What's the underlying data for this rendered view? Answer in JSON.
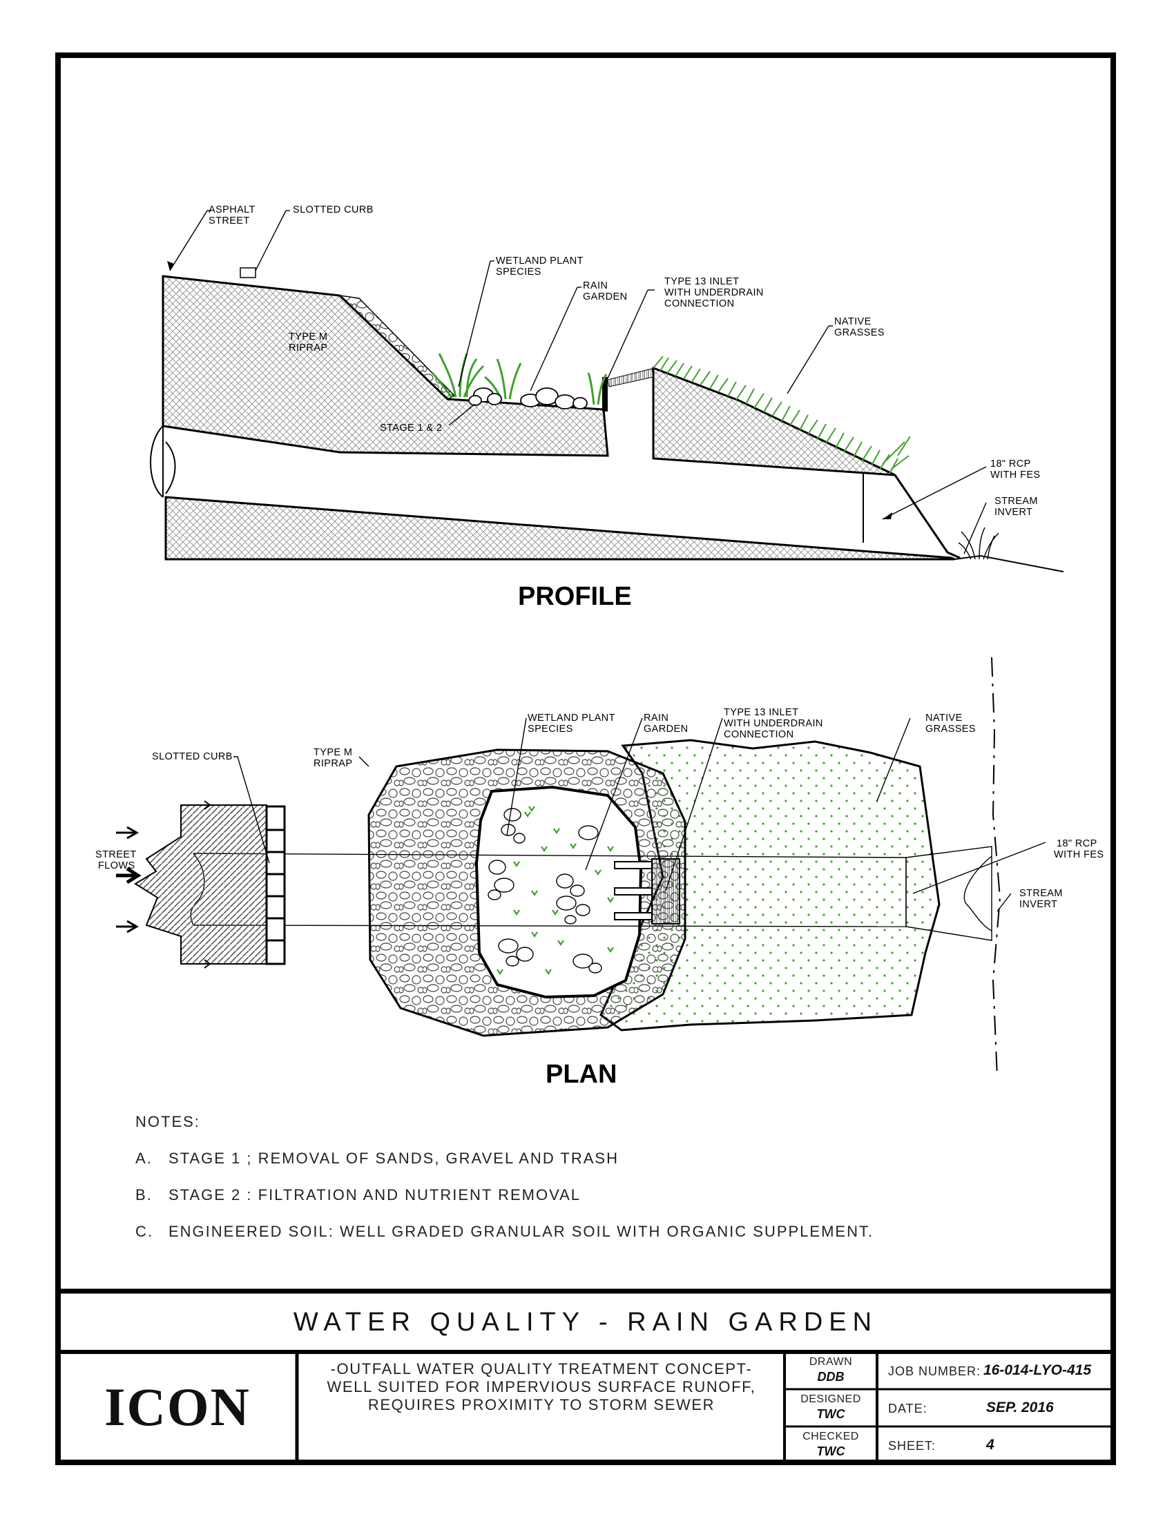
{
  "profile": {
    "title": "PROFILE",
    "labels": {
      "asphalt_street": [
        "ASPHALT",
        "STREET"
      ],
      "slotted_curb": "SLOTTED CURB",
      "wetland_plant_species": [
        "WETLAND PLANT",
        "SPECIES"
      ],
      "rain_garden": [
        "RAIN",
        "GARDEN"
      ],
      "type13_inlet": [
        "TYPE 13 INLET",
        "WITH UNDERDRAIN",
        "CONNECTION"
      ],
      "native_grasses": [
        "NATIVE",
        "GRASSES"
      ],
      "type_m_riprap": [
        "TYPE M",
        "RIPRAP"
      ],
      "stage_1_2": "STAGE 1 & 2",
      "rcp_fes": [
        "18\" RCP",
        "WITH FES"
      ],
      "stream_invert": [
        "STREAM",
        "INVERT"
      ]
    }
  },
  "plan": {
    "title": "PLAN",
    "labels": {
      "slotted_curb": "SLOTTED CURB",
      "street_flows": [
        "STREET",
        "FLOWS"
      ],
      "type_m_riprap": [
        "TYPE M",
        "RIPRAP"
      ],
      "wetland_plant_species": [
        "WETLAND PLANT",
        "SPECIES"
      ],
      "rain_garden": [
        "RAIN",
        "GARDEN"
      ],
      "type13_inlet": [
        "TYPE 13 INLET",
        "WITH UNDERDRAIN",
        "CONNECTION"
      ],
      "native_grasses": [
        "NATIVE",
        "GRASSES"
      ],
      "rcp_fes": [
        "18\" RCP",
        "WITH FES"
      ],
      "stream_invert": [
        "STREAM",
        "INVERT"
      ]
    }
  },
  "notes": {
    "heading": "NOTES:",
    "items": [
      {
        "letter": "A.",
        "text": "STAGE 1 ; REMOVAL OF SANDS, GRAVEL AND TRASH"
      },
      {
        "letter": "B.",
        "text": "STAGE 2 : FILTRATION AND NUTRIENT REMOVAL"
      },
      {
        "letter": "C.",
        "text": "ENGINEERED SOIL: WELL GRADED GRANULAR SOIL WITH ORGANIC SUPPLEMENT."
      }
    ]
  },
  "title_block": {
    "title": "WATER QUALITY - RAIN GARDEN",
    "logo": "ICON",
    "description": [
      "-OUTFALL WATER QUALITY TREATMENT CONCEPT-",
      "WELL SUITED FOR IMPERVIOUS SURFACE RUNOFF,",
      "REQUIRES PROXIMITY TO STORM SEWER"
    ],
    "drawn_label": "DRAWN",
    "drawn_value": "DDB",
    "designed_label": "DESIGNED",
    "designed_value": "TWC",
    "checked_label": "CHECKED",
    "checked_value": "TWC",
    "job_number_label": "JOB NUMBER:",
    "job_number_value": "16-014-LYO-415",
    "date_label": "DATE:",
    "date_value": "SEP. 2016",
    "sheet_label": "SHEET:",
    "sheet_value": "4"
  },
  "colors": {
    "line": "#000000",
    "vegetation": "#3fa12b",
    "hatch": "#7a7a7a"
  }
}
